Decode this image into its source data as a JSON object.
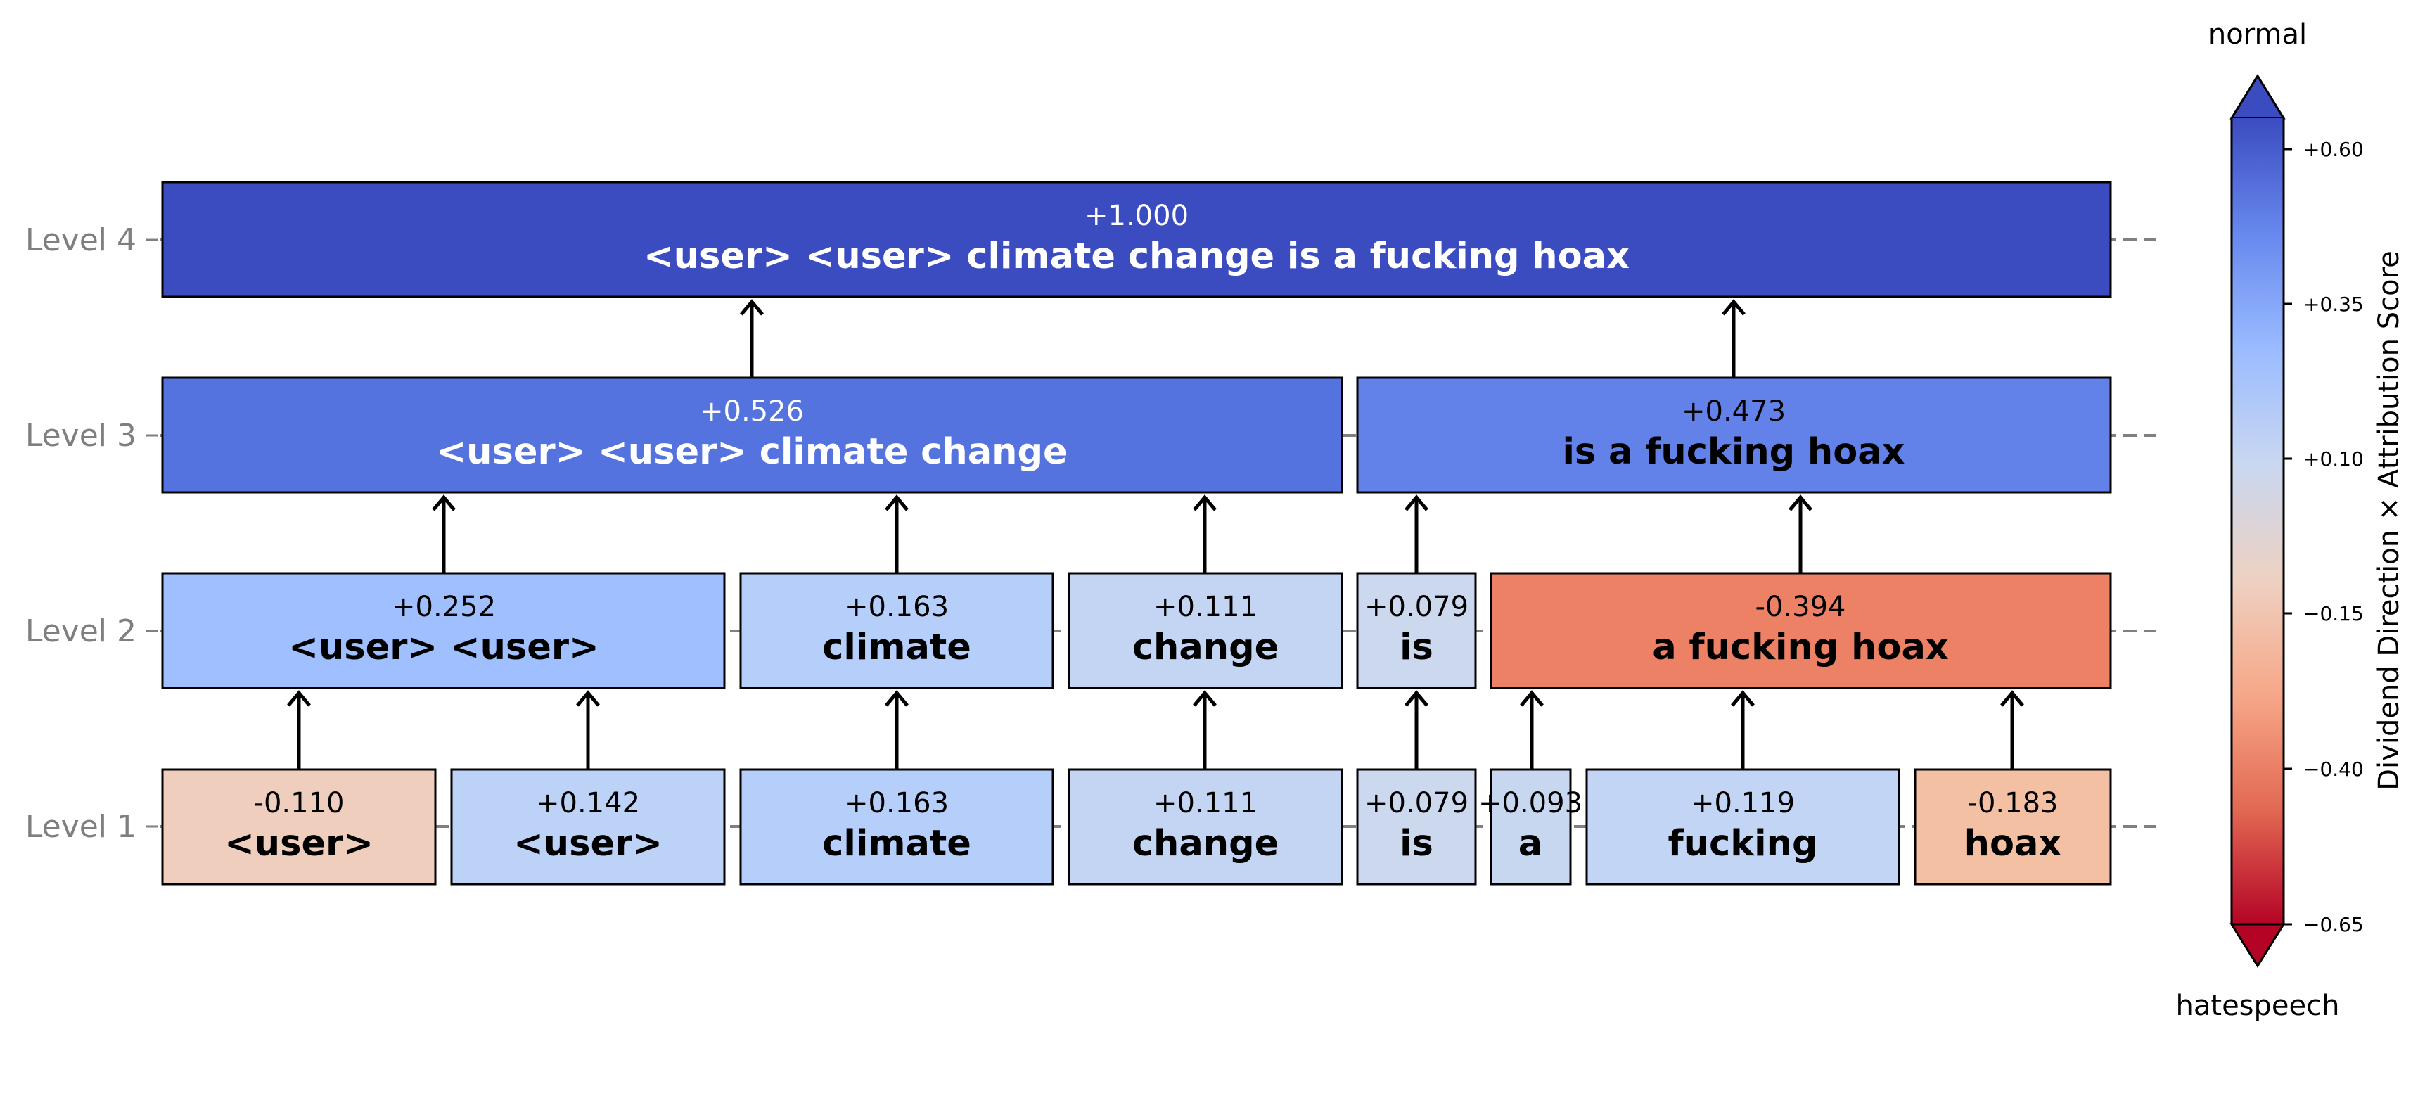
{
  "levels": [
    {
      "label": "Level 4"
    },
    {
      "label": "Level 3"
    },
    {
      "label": "Level 2"
    },
    {
      "label": "Level 1"
    }
  ],
  "nodes": [
    {
      "id": "l4-n1",
      "score": "+1.000",
      "text": "<user> <user> climate change is a fucking hoax",
      "color": "#3b4cc0",
      "text_color": "#ffffff"
    },
    {
      "id": "l3-n1",
      "score": "+0.526",
      "text": "<user> <user> climate change",
      "color": "#5573de",
      "text_color": "#ffffff"
    },
    {
      "id": "l3-n2",
      "score": "+0.473",
      "text": "is a fucking hoax",
      "color": "#6282ea",
      "text_color": "#000000"
    },
    {
      "id": "l2-n1",
      "score": "+0.252",
      "text": "<user> <user>",
      "color": "#9fbfff",
      "text_color": "#000000"
    },
    {
      "id": "l2-n2",
      "score": "+0.163",
      "text": "climate",
      "color": "#b6cefa",
      "text_color": "#000000"
    },
    {
      "id": "l2-n3",
      "score": "+0.111",
      "text": "change",
      "color": "#c4d5f3",
      "text_color": "#000000"
    },
    {
      "id": "l2-n4",
      "score": "+0.079",
      "text": "is",
      "color": "#cbd8ee",
      "text_color": "#000000"
    },
    {
      "id": "l2-n5",
      "score": "-0.394",
      "text": "a fucking hoax",
      "color": "#ec8165",
      "text_color": "#000000"
    },
    {
      "id": "l1-n1",
      "score": "-0.110",
      "text": "<user>",
      "color": "#efcebd",
      "text_color": "#000000"
    },
    {
      "id": "l1-n2",
      "score": "+0.142",
      "text": "<user>",
      "color": "#bcd2f7",
      "text_color": "#000000"
    },
    {
      "id": "l1-n3",
      "score": "+0.163",
      "text": "climate",
      "color": "#b6cefa",
      "text_color": "#000000"
    },
    {
      "id": "l1-n4",
      "score": "+0.111",
      "text": "change",
      "color": "#c4d5f3",
      "text_color": "#000000"
    },
    {
      "id": "l1-n5",
      "score": "+0.079",
      "text": "is",
      "color": "#cbd8ee",
      "text_color": "#000000"
    },
    {
      "id": "l1-n6",
      "score": "+0.093",
      "text": "a",
      "color": "#c8d7f0",
      "text_color": "#000000"
    },
    {
      "id": "l1-n7",
      "score": "+0.119",
      "text": "fucking",
      "color": "#c3d5f4",
      "text_color": "#000000"
    },
    {
      "id": "l1-n8",
      "score": "-0.183",
      "text": "hoax",
      "color": "#f4c0a4",
      "text_color": "#000000"
    }
  ],
  "colorbar": {
    "title": "Dividend Direction × Attribution Score",
    "top_label": "normal",
    "bottom_label": "hatespeech",
    "ticks": [
      "+0.60",
      "+0.35",
      "+0.10",
      "−0.15",
      "−0.40",
      "−0.65"
    ],
    "gradient": [
      "#3b4cc0",
      "#6788ee",
      "#9abbff",
      "#c9d7f0",
      "#edd1c2",
      "#f7a889",
      "#e26952",
      "#b40426"
    ]
  }
}
